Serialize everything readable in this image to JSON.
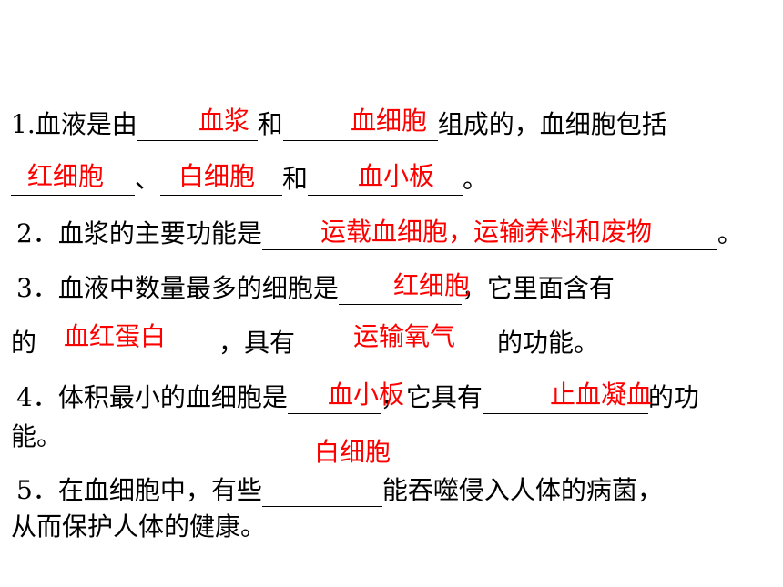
{
  "q1": {
    "a": "1.血液是由",
    "ans1": "血浆",
    "b": "和",
    "ans2": "血细胞",
    "c": "组成的，血细胞包括",
    "ans3": "红细胞",
    "d": "、",
    "ans4": "白细胞",
    "e": "和",
    "ans5": "血小板",
    "f": "。"
  },
  "q2": {
    "a": "2．血浆的主要功能是",
    "ans1": "运载血细胞，运输养料和废物",
    "b": "。"
  },
  "q3": {
    "a": "3．血液中数量最多的细胞是",
    "ans1": "红细胞",
    "b": "，它里面含有",
    "c": "的",
    "ans2": "血红蛋白",
    "d": "，具有",
    "ans3": "运输氧气",
    "e": "的功能。"
  },
  "q4": {
    "a": "4．体积最小的血细胞是",
    "ans1": "血小板",
    "b": "，它具有",
    "ans2": "止血凝血",
    "c": "的功",
    "d": "能。"
  },
  "q5": {
    "ans1": "白细胞",
    "a": "5．在血细胞中，有些",
    "b": "能吞噬侵入人体的病菌，",
    "c": "从而保护人体的健康。"
  },
  "colors": {
    "answer": "#ff0000",
    "text": "#000000"
  }
}
